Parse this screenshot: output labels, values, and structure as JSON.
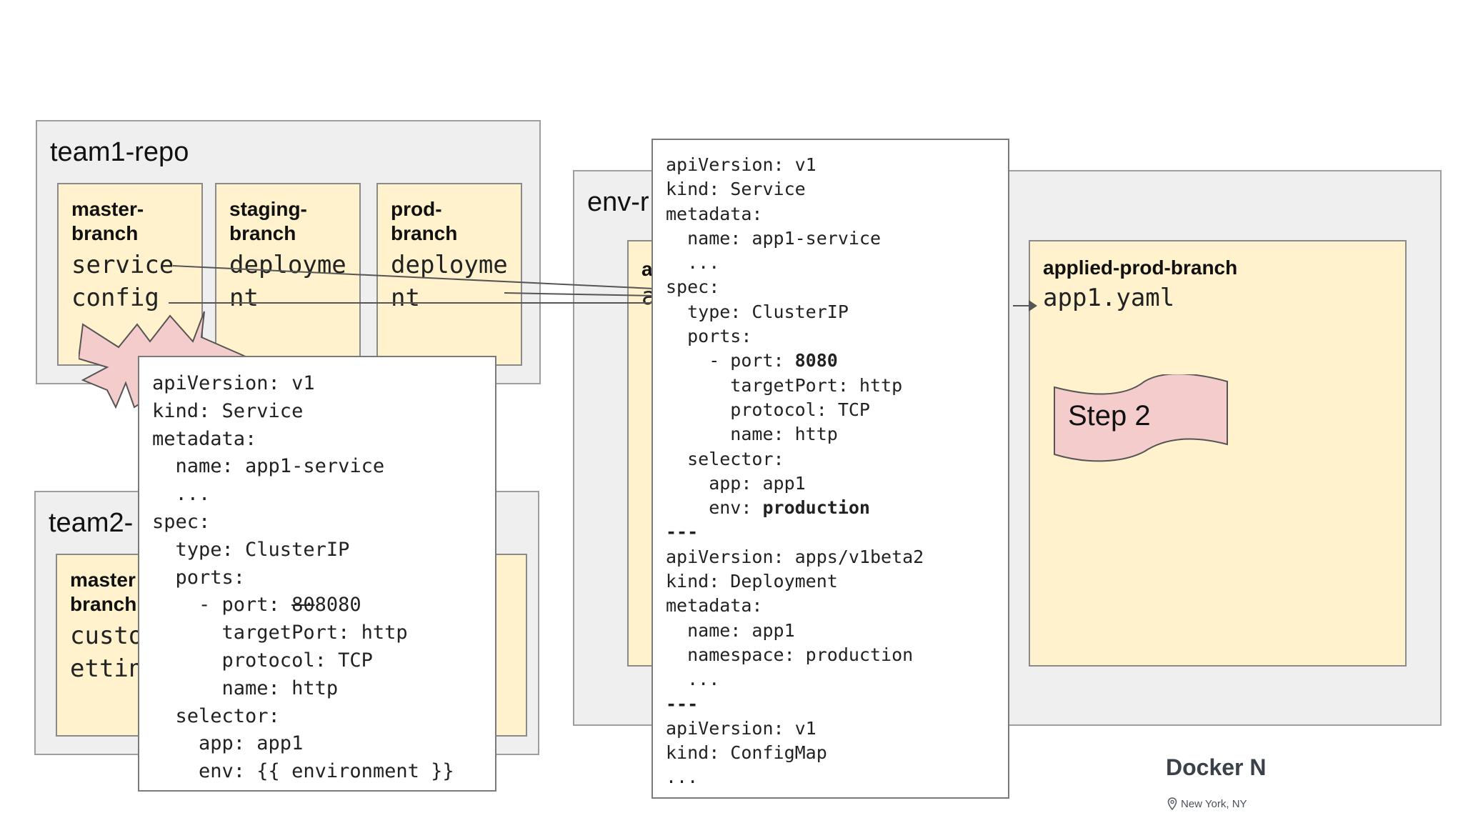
{
  "team1_repo": {
    "title": "team1-repo",
    "branches": [
      {
        "name_line1": "master-",
        "name_line2": "branch",
        "file_line1": "service",
        "file_line2": "config"
      },
      {
        "name_line1": "staging-",
        "name_line2": "branch",
        "file_line1": "deployme",
        "file_line2": "nt"
      },
      {
        "name_line1": "prod-",
        "name_line2": "branch",
        "file_line1": "deployme",
        "file_line2": "nt"
      }
    ]
  },
  "team2_repo": {
    "title": "team2-",
    "branches": [
      {
        "name_line1": "master",
        "name_line2": "branch",
        "file_line1": "custo",
        "file_line2": "ettin"
      }
    ]
  },
  "env_repo": {
    "title": "env-r",
    "hidden_branch_label": "a",
    "hidden_branch_file": "a",
    "applied_branch": {
      "name": "applied-prod-branch",
      "file": "app1.yaml"
    }
  },
  "step_label": "Step 2",
  "code_left": {
    "l1": "apiVersion: v1",
    "l2": "kind: Service",
    "l3": "metadata:",
    "l4": "  name: app1-service",
    "l5": "  ...",
    "l6": "spec:",
    "l7": "  type: ClusterIP",
    "l8": "  ports:",
    "l9_prefix": "    - port: ",
    "l9_struck": "80",
    "l9_value": "8080",
    "l10": "      targetPort: http",
    "l11": "      protocol: TCP",
    "l12": "      name: http",
    "l13": "  selector:",
    "l14": "    app: app1",
    "l15": "    env: {{ environment }}"
  },
  "code_right": {
    "l1": "apiVersion: v1",
    "l2": "kind: Service",
    "l3": "metadata:",
    "l4": "  name: app1-service",
    "l5": "  ...",
    "l6": "spec:",
    "l7": "  type: ClusterIP",
    "l8": "  ports:",
    "l9_prefix": "    - port: ",
    "l9_bold": "8080",
    "l10": "      targetPort: http",
    "l11": "      protocol: TCP",
    "l12": "      name: http",
    "l13": "  selector:",
    "l14": "    app: app1",
    "l15_prefix": "    env: ",
    "l15_bold": "production",
    "l16": "---",
    "l17": "apiVersion: apps/v1beta2",
    "l18": "kind: Deployment",
    "l19": "metadata:",
    "l20": "  name: app1",
    "l21": "  namespace: production",
    "l22": "  ...",
    "l23": "---",
    "l24": "apiVersion: v1",
    "l25": "kind: ConfigMap",
    "l26": "..."
  },
  "watermark": {
    "title": "Docker N",
    "location": "New York, NY"
  },
  "colors": {
    "repo_bg": "#efefef",
    "branch_bg": "#fff2cc",
    "burst": "#f4cccc",
    "step_banner": "#f4cccc"
  }
}
